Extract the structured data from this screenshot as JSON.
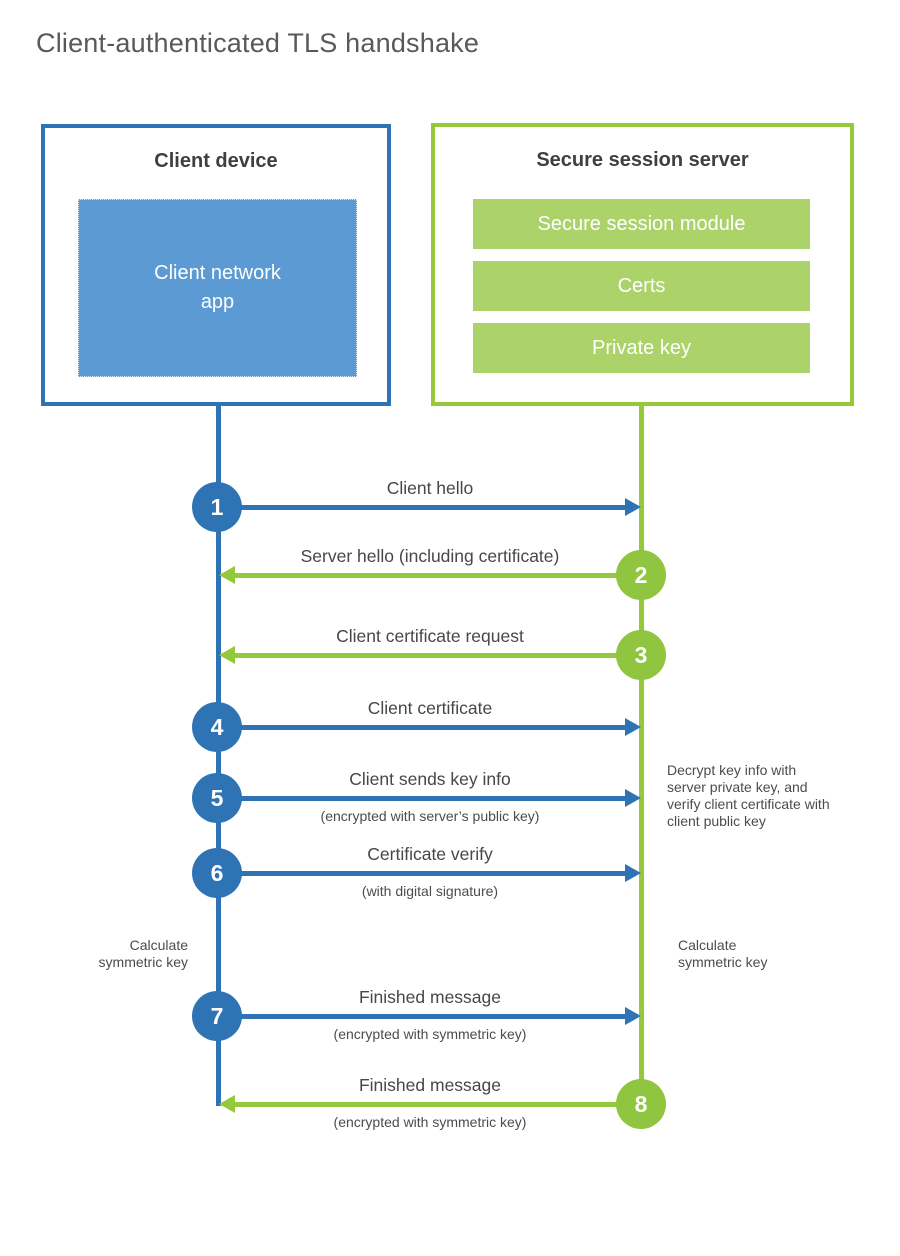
{
  "page": {
    "title": "Client-authenticated TLS handshake"
  },
  "colors": {
    "blue_stroke": "#2e74b5",
    "blue_fill": "#5b9ad3",
    "green_stroke": "#97c83c",
    "green_fill": "#abd36a",
    "heading_text": "#3f3f3f",
    "body_text": "#474747"
  },
  "client": {
    "title": "Client device",
    "app_label": "Client network app"
  },
  "server": {
    "title": "Secure session server",
    "modules": [
      "Secure session module",
      "Certs",
      "Private key"
    ]
  },
  "messages": [
    {
      "num": "1",
      "from": "client",
      "label": "Client hello",
      "sub": ""
    },
    {
      "num": "2",
      "from": "server",
      "label": "Server hello (including certificate)",
      "sub": ""
    },
    {
      "num": "3",
      "from": "server",
      "label": "Client certificate request",
      "sub": ""
    },
    {
      "num": "4",
      "from": "client",
      "label": "Client certificate",
      "sub": ""
    },
    {
      "num": "5",
      "from": "client",
      "label": "Client sends key info",
      "sub": "(encrypted with server’s public key)"
    },
    {
      "num": "6",
      "from": "client",
      "label": "Certificate verify",
      "sub": "(with digital signature)"
    },
    {
      "num": "7",
      "from": "client",
      "label": "Finished message",
      "sub": "(encrypted with symmetric key)"
    },
    {
      "num": "8",
      "from": "server",
      "label": "Finished message",
      "sub": "(encrypted with symmetric key)"
    }
  ],
  "notes": {
    "decrypt": "Decrypt key info with server private key, and verify client certificate with client public key",
    "calc_left": "Calculate symmetric key",
    "calc_right": "Calculate symmetric key"
  }
}
